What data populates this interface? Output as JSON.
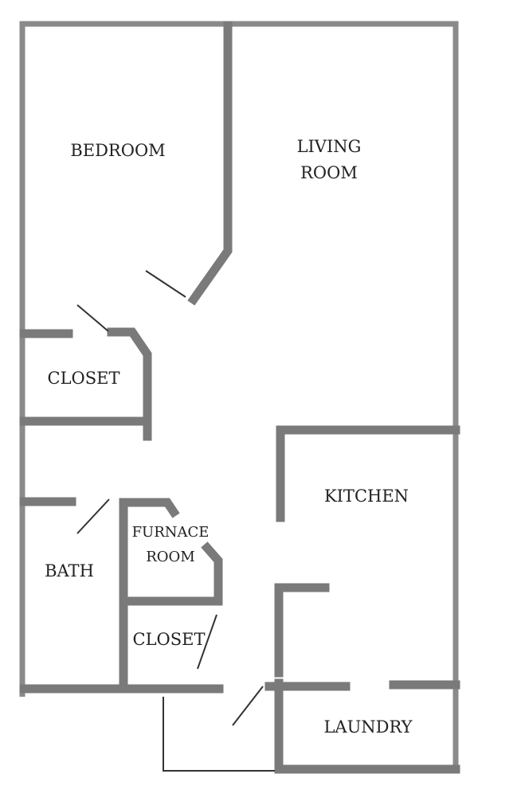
{
  "title": "Apartment floor plan",
  "rooms": {
    "bedroom": "BEDROOM",
    "living_line1": "LIVING",
    "living_line2": "ROOM",
    "closet_upper": "CLOSET",
    "kitchen": "KITCHEN",
    "furnace_line1": "FURNACE",
    "furnace_line2": "ROOM",
    "bath": "BATH",
    "closet_lower": "CLOSET",
    "laundry": "LAUNDRY"
  },
  "colors": {
    "wall": "#7a7a7a",
    "text": "#222222"
  }
}
